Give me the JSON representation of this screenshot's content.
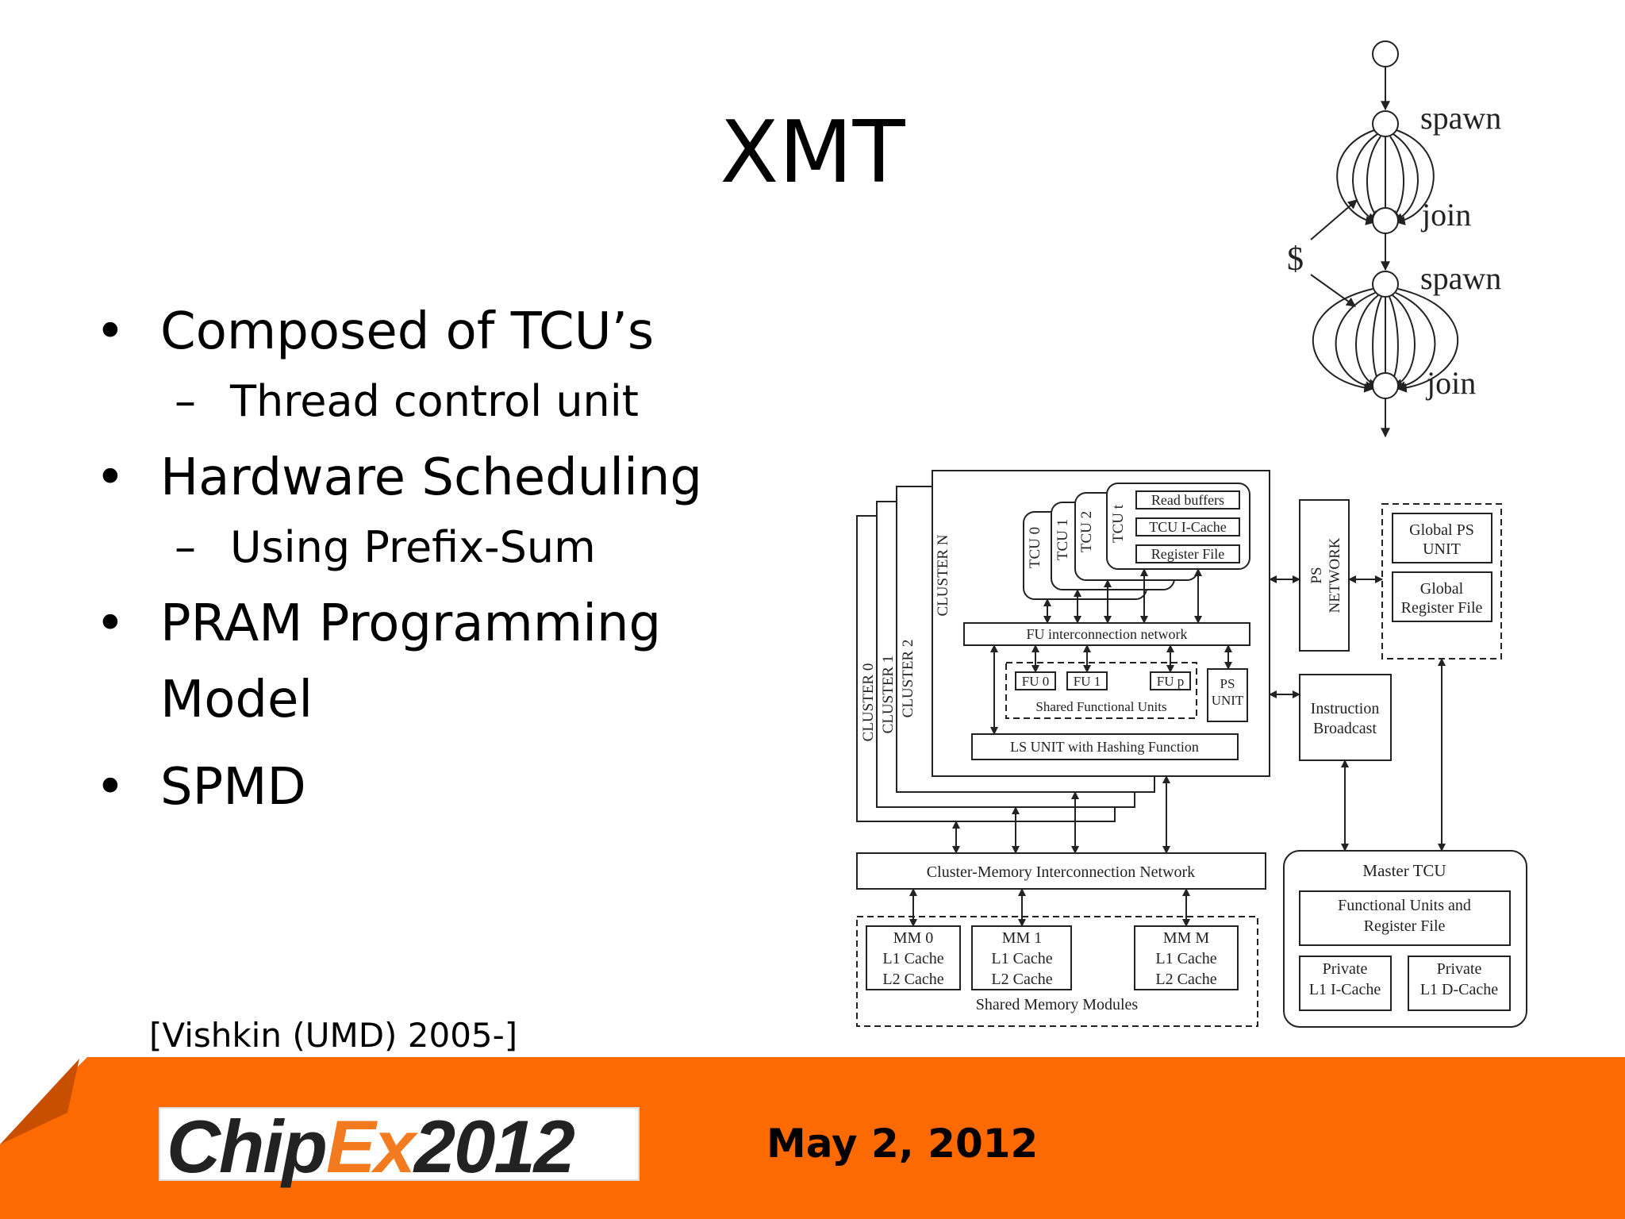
{
  "slide": {
    "title": "XMT",
    "bullets": [
      {
        "text": "Composed of TCU’s",
        "sub": [
          "Thread control unit"
        ]
      },
      {
        "text": "Hardware Scheduling",
        "sub": [
          "Using Prefix-Sum"
        ]
      },
      {
        "text": "PRAM Programming Model",
        "sub": []
      },
      {
        "text": "SPMD",
        "sub": []
      }
    ],
    "citation": "[Vishkin (UMD) 2005-]"
  },
  "footer": {
    "logo_part1": "Chip",
    "logo_part2": "Ex",
    "logo_part3": "2012",
    "date": "May 2, 2012",
    "accent_color": "#fd6a02"
  },
  "spawn_join": {
    "spawn_label_1": "spawn",
    "join_label_1": "join",
    "spawn_label_2": "spawn",
    "join_label_2": "join",
    "dollar_label": "$"
  },
  "architecture": {
    "clusters": [
      "CLUSTER 0",
      "CLUSTER 1",
      "CLUSTER 2",
      "CLUSTER N"
    ],
    "tcus": [
      "TCU 0",
      "TCU 1",
      "TCU 2",
      "TCU t"
    ],
    "read_buffers": "Read buffers",
    "tcu_icache": "TCU I-Cache",
    "register_file": "Register File",
    "fu_network": "FU interconnection network",
    "fu0": "FU 0",
    "fu1": "FU 1",
    "fup": "FU p",
    "shared_fu": "Shared Functional Units",
    "ps_unit_1": "PS",
    "ps_unit_2": "UNIT",
    "ls_unit": "LS UNIT with Hashing Function",
    "ps_network_1": "PS",
    "ps_network_2": "NETWORK",
    "global_ps_1": "Global PS",
    "global_ps_2": "UNIT",
    "global_reg_1": "Global",
    "global_reg_2": "Register File",
    "instr_bcast_1": "Instruction",
    "instr_bcast_2": "Broadcast",
    "cluster_mem_net": "Cluster-Memory Interconnection Network",
    "mm": [
      {
        "name": "MM 0",
        "l1": "L1 Cache",
        "l2": "L2 Cache"
      },
      {
        "name": "MM 1",
        "l1": "L1 Cache",
        "l2": "L2 Cache"
      },
      {
        "name": "MM M",
        "l1": "L1 Cache",
        "l2": "L2 Cache"
      }
    ],
    "shared_mem": "Shared Memory Modules",
    "master_tcu": "Master TCU",
    "fu_reg_1": "Functional Units and",
    "fu_reg_2": "Register File",
    "priv_i_1": "Private",
    "priv_i_2": "L1 I-Cache",
    "priv_d_1": "Private",
    "priv_d_2": "L1 D-Cache"
  }
}
